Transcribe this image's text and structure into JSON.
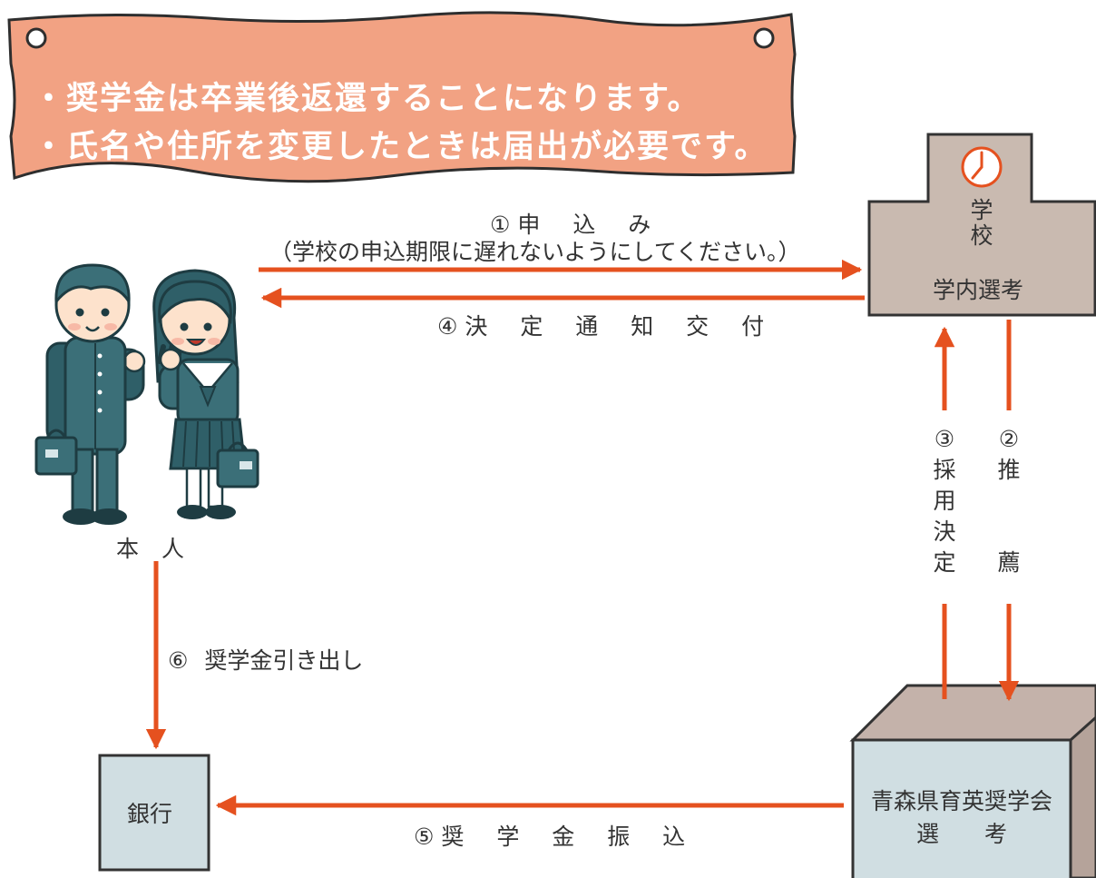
{
  "notice": {
    "line1": "・奨学金は卒業後返還することになります。",
    "line2": "・氏名や住所を変更したときは届出が必要です。"
  },
  "school": {
    "name_line1": "学",
    "name_line2": "校",
    "subtitle": "学内選考"
  },
  "student": {
    "label": "本　人"
  },
  "bank": {
    "label": "銀行"
  },
  "foundation": {
    "line1": "青森県育英奨学会",
    "line2": "選　　考"
  },
  "steps": {
    "s1_num": "①",
    "s1_label": "申 込 み",
    "s1_note": "（学校の申込期限に遅れないようにしてください。）",
    "s2_num": "②",
    "s2_chars": [
      "推",
      "",
      "",
      "薦"
    ],
    "s3_num": "③",
    "s3_chars": [
      "採",
      "用",
      "決",
      "定"
    ],
    "s4_num": "④",
    "s4_label": "決 定 通 知 交 付",
    "s5_num": "⑤",
    "s5_label": "奨 学 金 振 込",
    "s6_num": "⑥",
    "s6_label": "奨学金引き出し"
  },
  "colors": {
    "arrow": "#e5511f",
    "notice_bg": "#f2a283",
    "school_bg": "#c9bab0",
    "foundation_front": "#d0dee2",
    "foundation_top": "#c4b2aa",
    "bank_bg": "#d0dee2",
    "uniform": "#3b6f78"
  }
}
